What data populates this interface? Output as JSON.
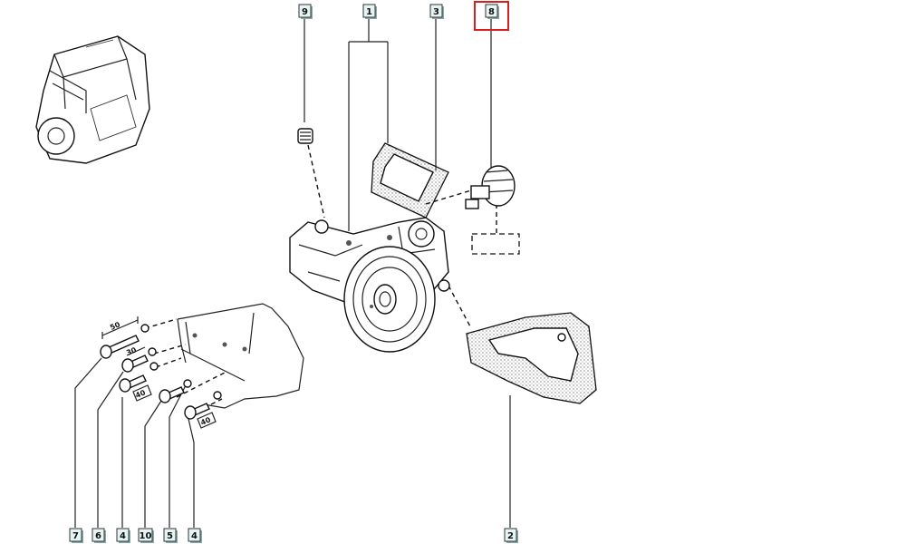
{
  "callouts_top": [
    "9",
    "1",
    "3",
    "8"
  ],
  "callouts_bottom": [
    "7",
    "6",
    "4",
    "10",
    "5",
    "4",
    "2"
  ],
  "selected_callout": "8",
  "bolt_dimensions": [
    "50",
    "30",
    "40",
    "40"
  ],
  "colors": {
    "highlight": "#d42020",
    "label_fill": "#e6f4f4"
  }
}
